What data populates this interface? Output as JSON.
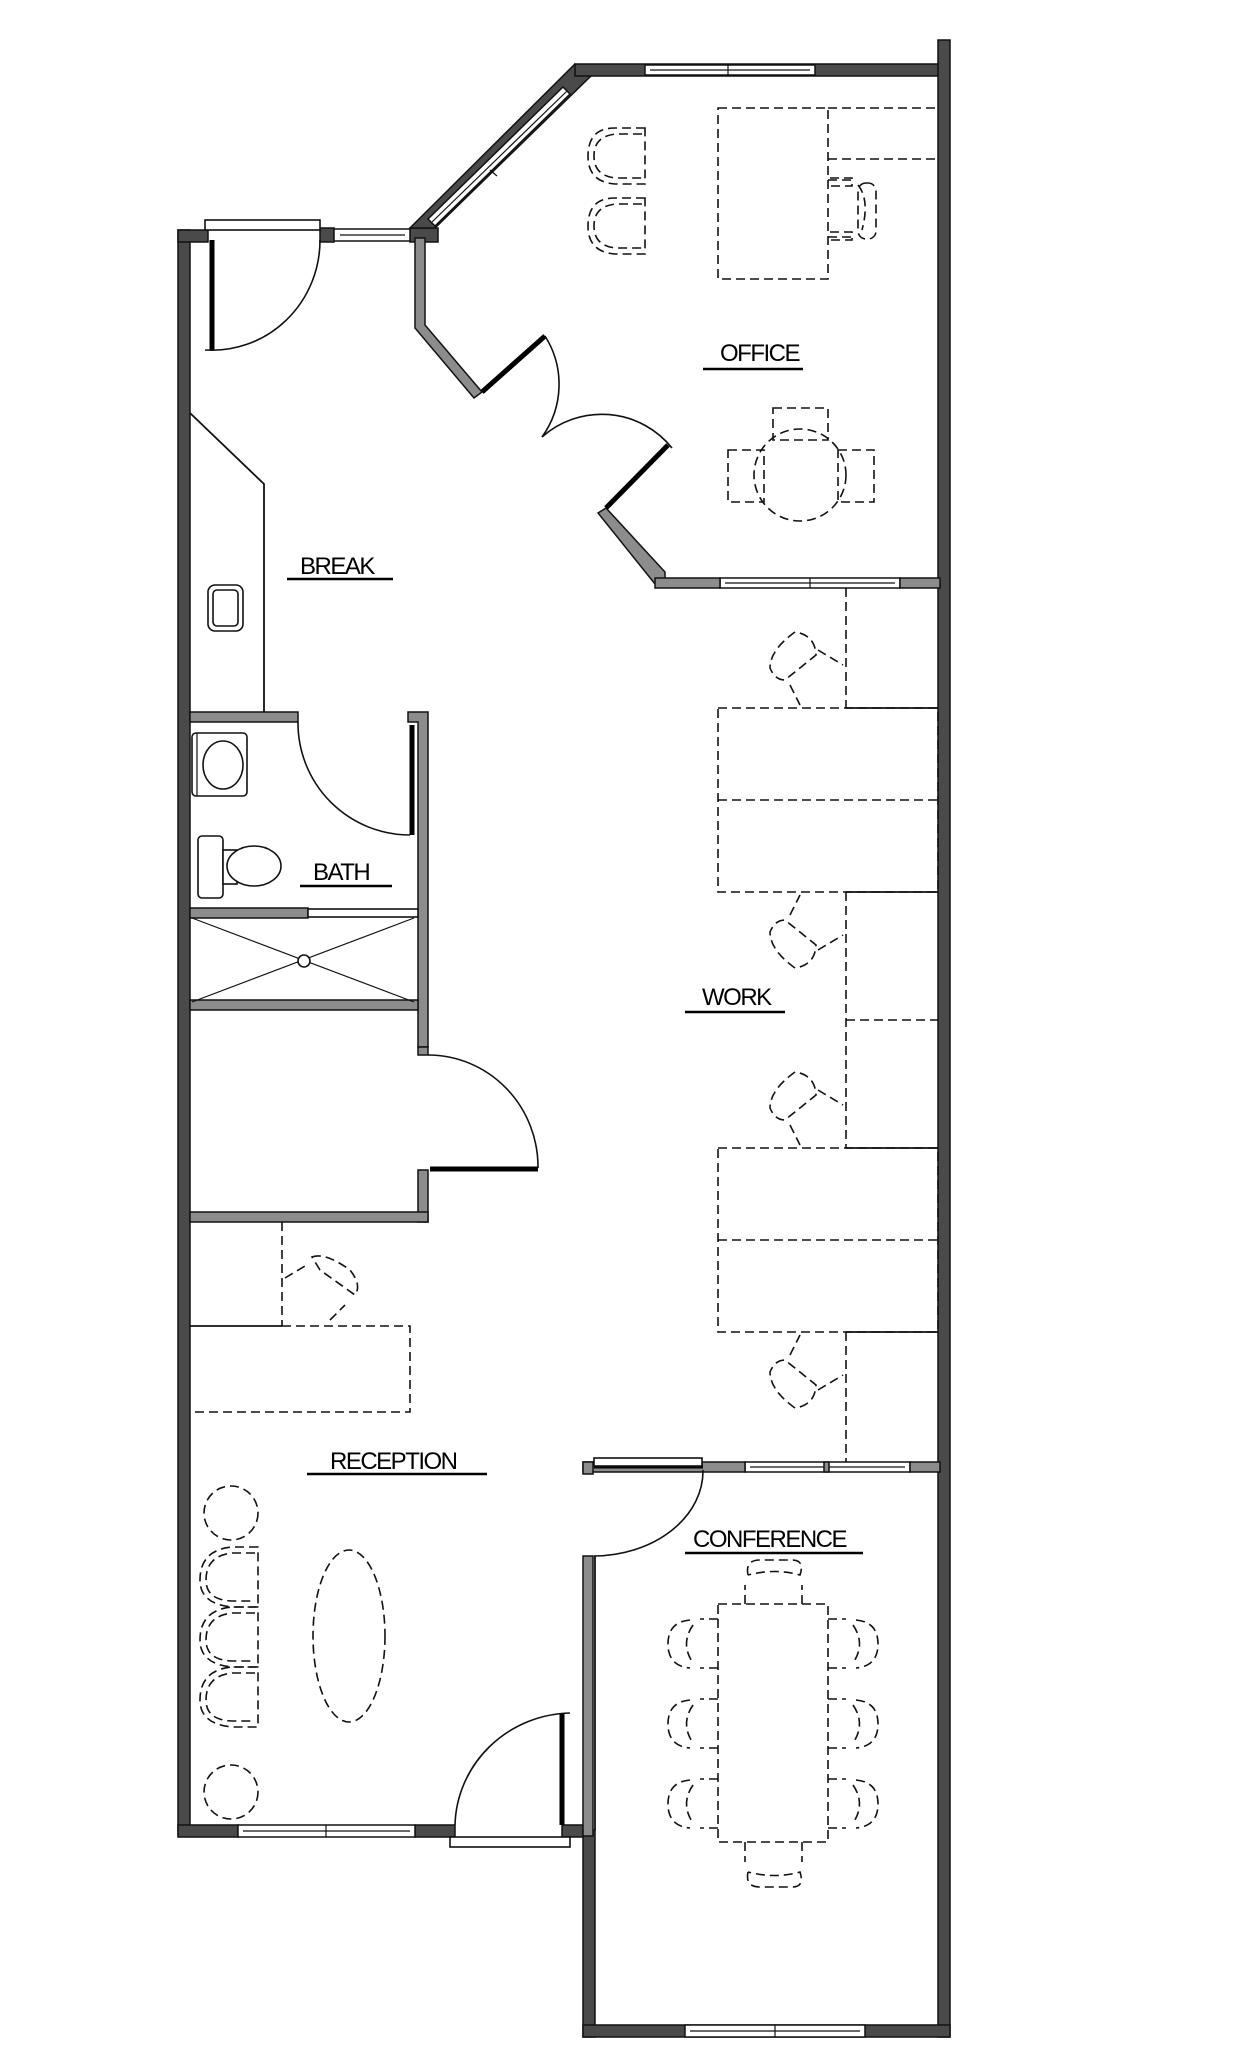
{
  "plan": {
    "type": "office floor plan",
    "rooms": {
      "office": {
        "label": "OFFICE"
      },
      "break": {
        "label": "BREAK"
      },
      "bath": {
        "label": "BATH"
      },
      "work": {
        "label": "WORK"
      },
      "reception": {
        "label": "RECEPTION"
      },
      "conference": {
        "label": "CONFERENCE"
      }
    },
    "colors": {
      "exterior_wall": "#4a4a4a",
      "partition_wall": "#8c8c8c",
      "line": "#111111",
      "background": "#ffffff"
    },
    "furniture_counts": {
      "office_guest_chairs": 2,
      "office_desk_chairs": 1,
      "office_round_table_chairs": 3,
      "work_desk_chairs": 4,
      "reception_desk_chairs": 1,
      "reception_lounge_chairs": 3,
      "reception_side_tables": 2,
      "conference_chairs": 8
    }
  }
}
